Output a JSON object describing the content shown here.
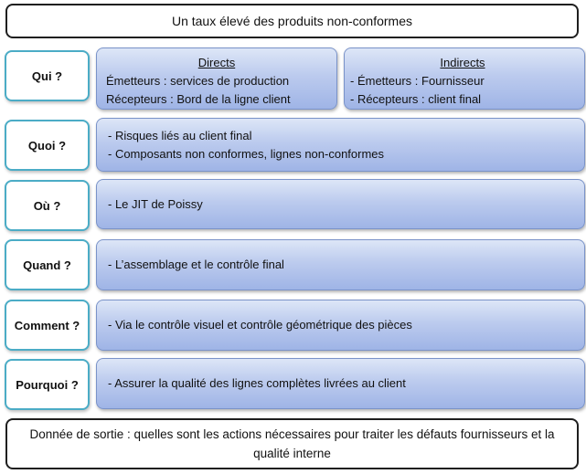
{
  "title": "Un taux élevé des produits non-conformes",
  "rows": [
    {
      "label": "Qui ?",
      "directs": {
        "heading": "Directs",
        "lines": [
          "Émetteurs : services de production",
          "Récepteurs : Bord de la ligne client"
        ]
      },
      "indirects": {
        "heading": "Indirects",
        "lines": [
          "- Émetteurs : Fournisseur",
          "- Récepteurs : client final"
        ]
      }
    },
    {
      "label": "Quoi ?",
      "lines": [
        "- Risques liés au client final",
        "- Composants non conformes, lignes non-conformes"
      ]
    },
    {
      "label": "Où ?",
      "lines": [
        "- Le JIT de Poissy"
      ]
    },
    {
      "label": "Quand ?",
      "lines": [
        "- L’assemblage et le contrôle final"
      ]
    },
    {
      "label": "Comment ?",
      "lines": [
        "- Via le contrôle visuel et contrôle géométrique des pièces"
      ]
    },
    {
      "label": "Pourquoi ?",
      "lines": [
        "- Assurer la qualité des lignes complètes livrées au client"
      ]
    }
  ],
  "output": "Donnée de sortie : quelles sont les actions nécessaires pour traiter les défauts fournisseurs et la qualité interne",
  "colors": {
    "label_border": "#4bacc6",
    "box_fill": "#bccbee",
    "box_border": "#7a93c9"
  }
}
